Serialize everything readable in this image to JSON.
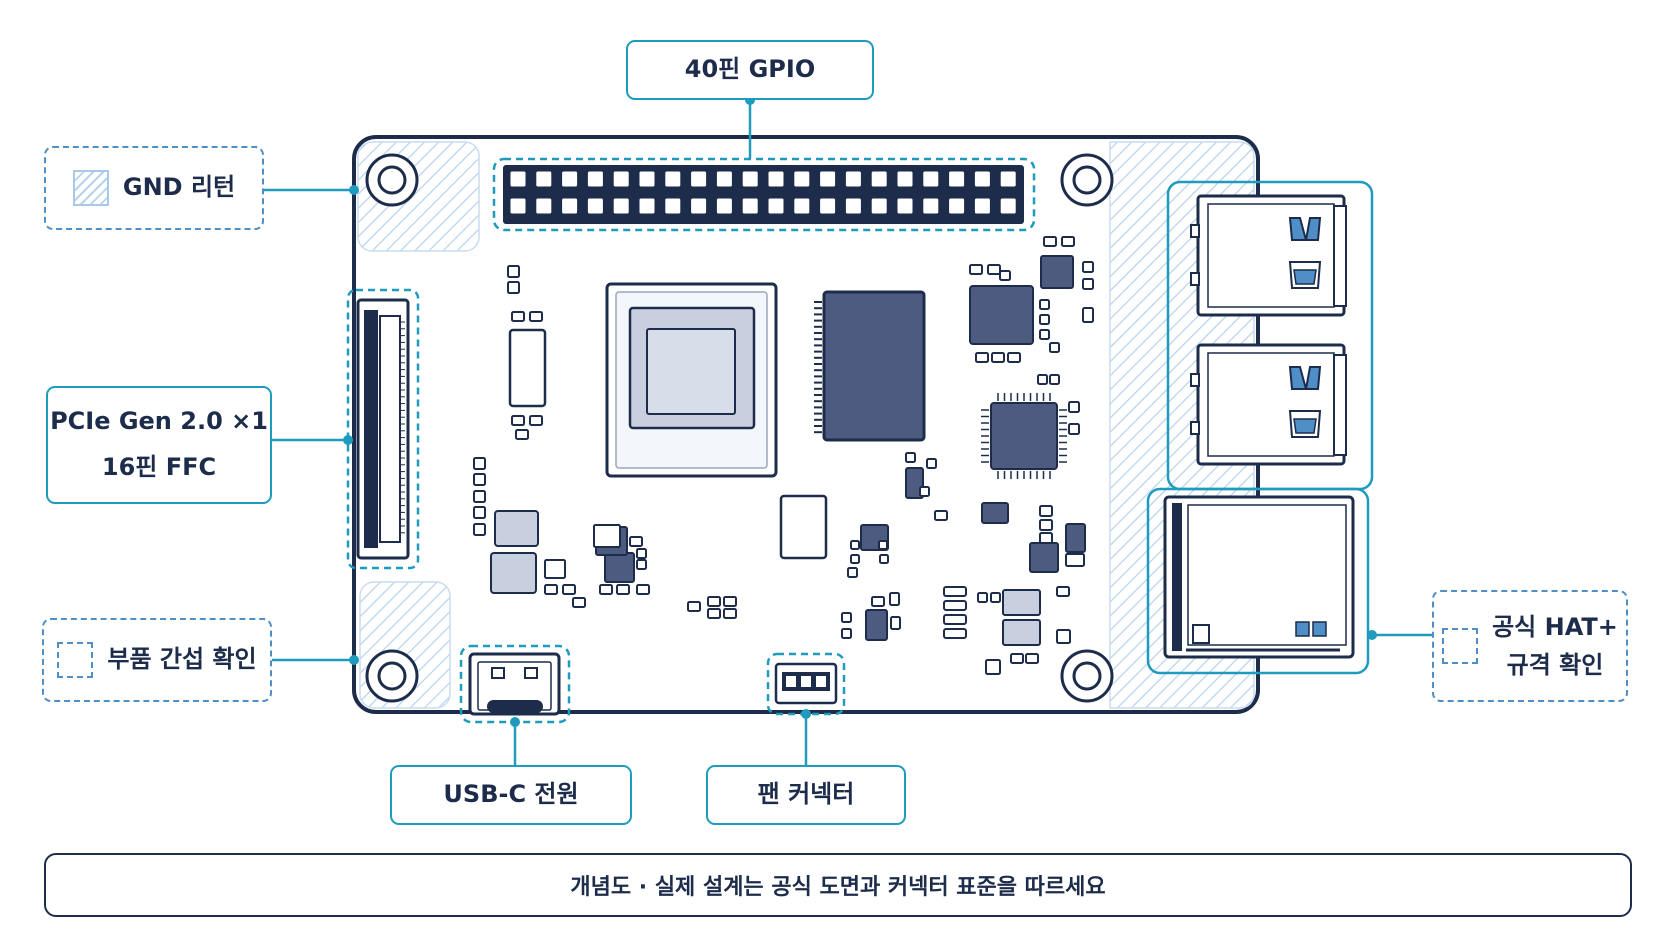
{
  "callouts": {
    "gpio": "40핀 GPIO",
    "gnd": "GND 리턴",
    "pcie_line1": "PCIe Gen 2.0 ×1",
    "pcie_line2": "16핀 FFC",
    "clearance": "부품 간섭 확인",
    "usbc": "USB-C 전원",
    "fan": "팬 커넥터",
    "hat_line1": "공식 HAT+",
    "hat_line2": "규격 확인"
  },
  "footer": "개념도 · 실제 설계는 공식 도면과 커넥터 표준을 따르세요",
  "gpio_header": {
    "rows": 2,
    "pins_per_row": 20
  },
  "colors": {
    "accent": "#1f9bbd",
    "outline": "#1c2c4a",
    "chip": "#4d5b80",
    "hatch": "#b9d3ee",
    "dashed_border": "#4f8ec6"
  }
}
